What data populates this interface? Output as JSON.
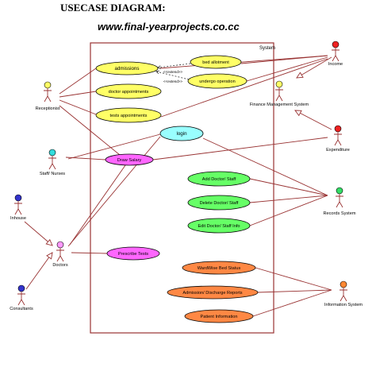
{
  "header": {
    "title": "USECASE DIAGRAM:",
    "url": "www.final-yearprojects.co.cc"
  },
  "system": {
    "label": "System"
  },
  "use_cases": [
    {
      "id": "admissions",
      "label": "admissions",
      "color": "#ffff66"
    },
    {
      "id": "bed-allotment",
      "label": "bed allotment",
      "color": "#ffff66"
    },
    {
      "id": "undergo-operation",
      "label": "undergo operation",
      "color": "#ffff66"
    },
    {
      "id": "doctor-appointments",
      "label": "doctor appointments",
      "color": "#ffff66"
    },
    {
      "id": "tests-appointments",
      "label": "tests appointments",
      "color": "#ffff66"
    },
    {
      "id": "login",
      "label": "login",
      "color": "#99ffff"
    },
    {
      "id": "draw-salary",
      "label": "Draw Salary",
      "color": "#ff66ff"
    },
    {
      "id": "add-doctor-staff",
      "label": "Add Doctor/ Staff",
      "color": "#66ff66"
    },
    {
      "id": "delete-doctor-staff",
      "label": "Delete Doctor/ Staff",
      "color": "#66ff66"
    },
    {
      "id": "edit-doctor-staff-info",
      "label": "Edit Doctor/ Staff Info",
      "color": "#66ff66"
    },
    {
      "id": "prescribe-tests",
      "label": "Prescribe Tests",
      "color": "#ff66ff"
    },
    {
      "id": "ward-wise-bed-status",
      "label": "WardWise Bed Status",
      "color": "#ff8844"
    },
    {
      "id": "admission-discharge-reports",
      "label": "Admission/ Discharge Reports",
      "color": "#ff8844"
    },
    {
      "id": "patient-information",
      "label": "Patient Information",
      "color": "#ff8844"
    }
  ],
  "actors": [
    {
      "id": "receptionist",
      "label": "Receptionist",
      "color": "#ffff66"
    },
    {
      "id": "staff-nurses",
      "label": "Staff/ Nurses",
      "color": "#33dddd"
    },
    {
      "id": "inhouse",
      "label": "Inhouse",
      "color": "#3333cc"
    },
    {
      "id": "doctors",
      "label": "Doctors",
      "color": "#ff99ff"
    },
    {
      "id": "consultants",
      "label": "Consultants",
      "color": "#3333cc"
    },
    {
      "id": "income",
      "label": "Income",
      "color": "#ee2222"
    },
    {
      "id": "finance-management-system",
      "label": "Finance Management System",
      "color": "#ffff66"
    },
    {
      "id": "expenditure",
      "label": "Expenditure",
      "color": "#ee2222"
    },
    {
      "id": "records-system",
      "label": "Records  System",
      "color": "#33dd66"
    },
    {
      "id": "information-system",
      "label": "Information System",
      "color": "#ff8833"
    }
  ],
  "extend_label": "<<extend>>",
  "colors": {
    "boundary": "#993333",
    "line": "#993333",
    "outline": "#000000"
  }
}
